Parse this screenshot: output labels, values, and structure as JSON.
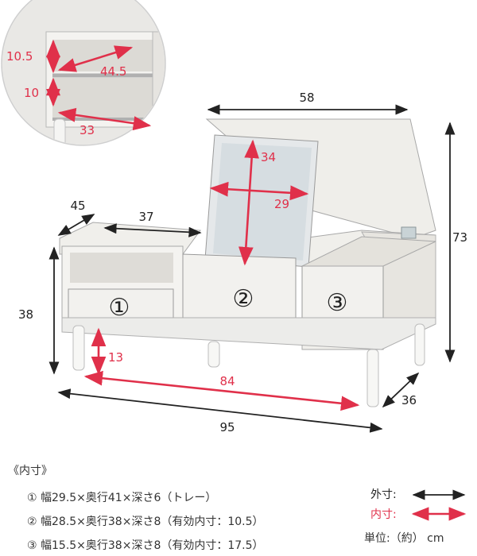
{
  "dimensions": {
    "inset": {
      "shelf_gap_upper": "10.5",
      "shelf_depth": "44.5",
      "shelf_gap_lower": "10",
      "leg_span": "33"
    },
    "main": {
      "lid_width": "58",
      "mirror_height": "34",
      "mirror_width": "29",
      "left_depth": "45",
      "left_width": "37",
      "left_height": "38",
      "total_height": "73",
      "leg_clearance": "13",
      "inner_width": "84",
      "total_width": "95",
      "total_depth": "36"
    }
  },
  "compartments": {
    "c1": "①",
    "c2": "②",
    "c3": "③"
  },
  "notes": {
    "header": "《内寸》",
    "items": [
      "① 幅29.5×奥行41×深さ6（トレー）",
      "② 幅28.5×奥行38×深さ8（有効内寸：10.5）",
      "③ 幅15.5×奥行38×深さ8（有効内寸：17.5）"
    ]
  },
  "legend": {
    "outer": "外寸:",
    "inner": "内寸:",
    "unit": "単位:（約） cm"
  },
  "colors": {
    "outer": "#222222",
    "inner": "#e0304a",
    "wood": "#eeece8",
    "edge": "#9a9a9a"
  }
}
